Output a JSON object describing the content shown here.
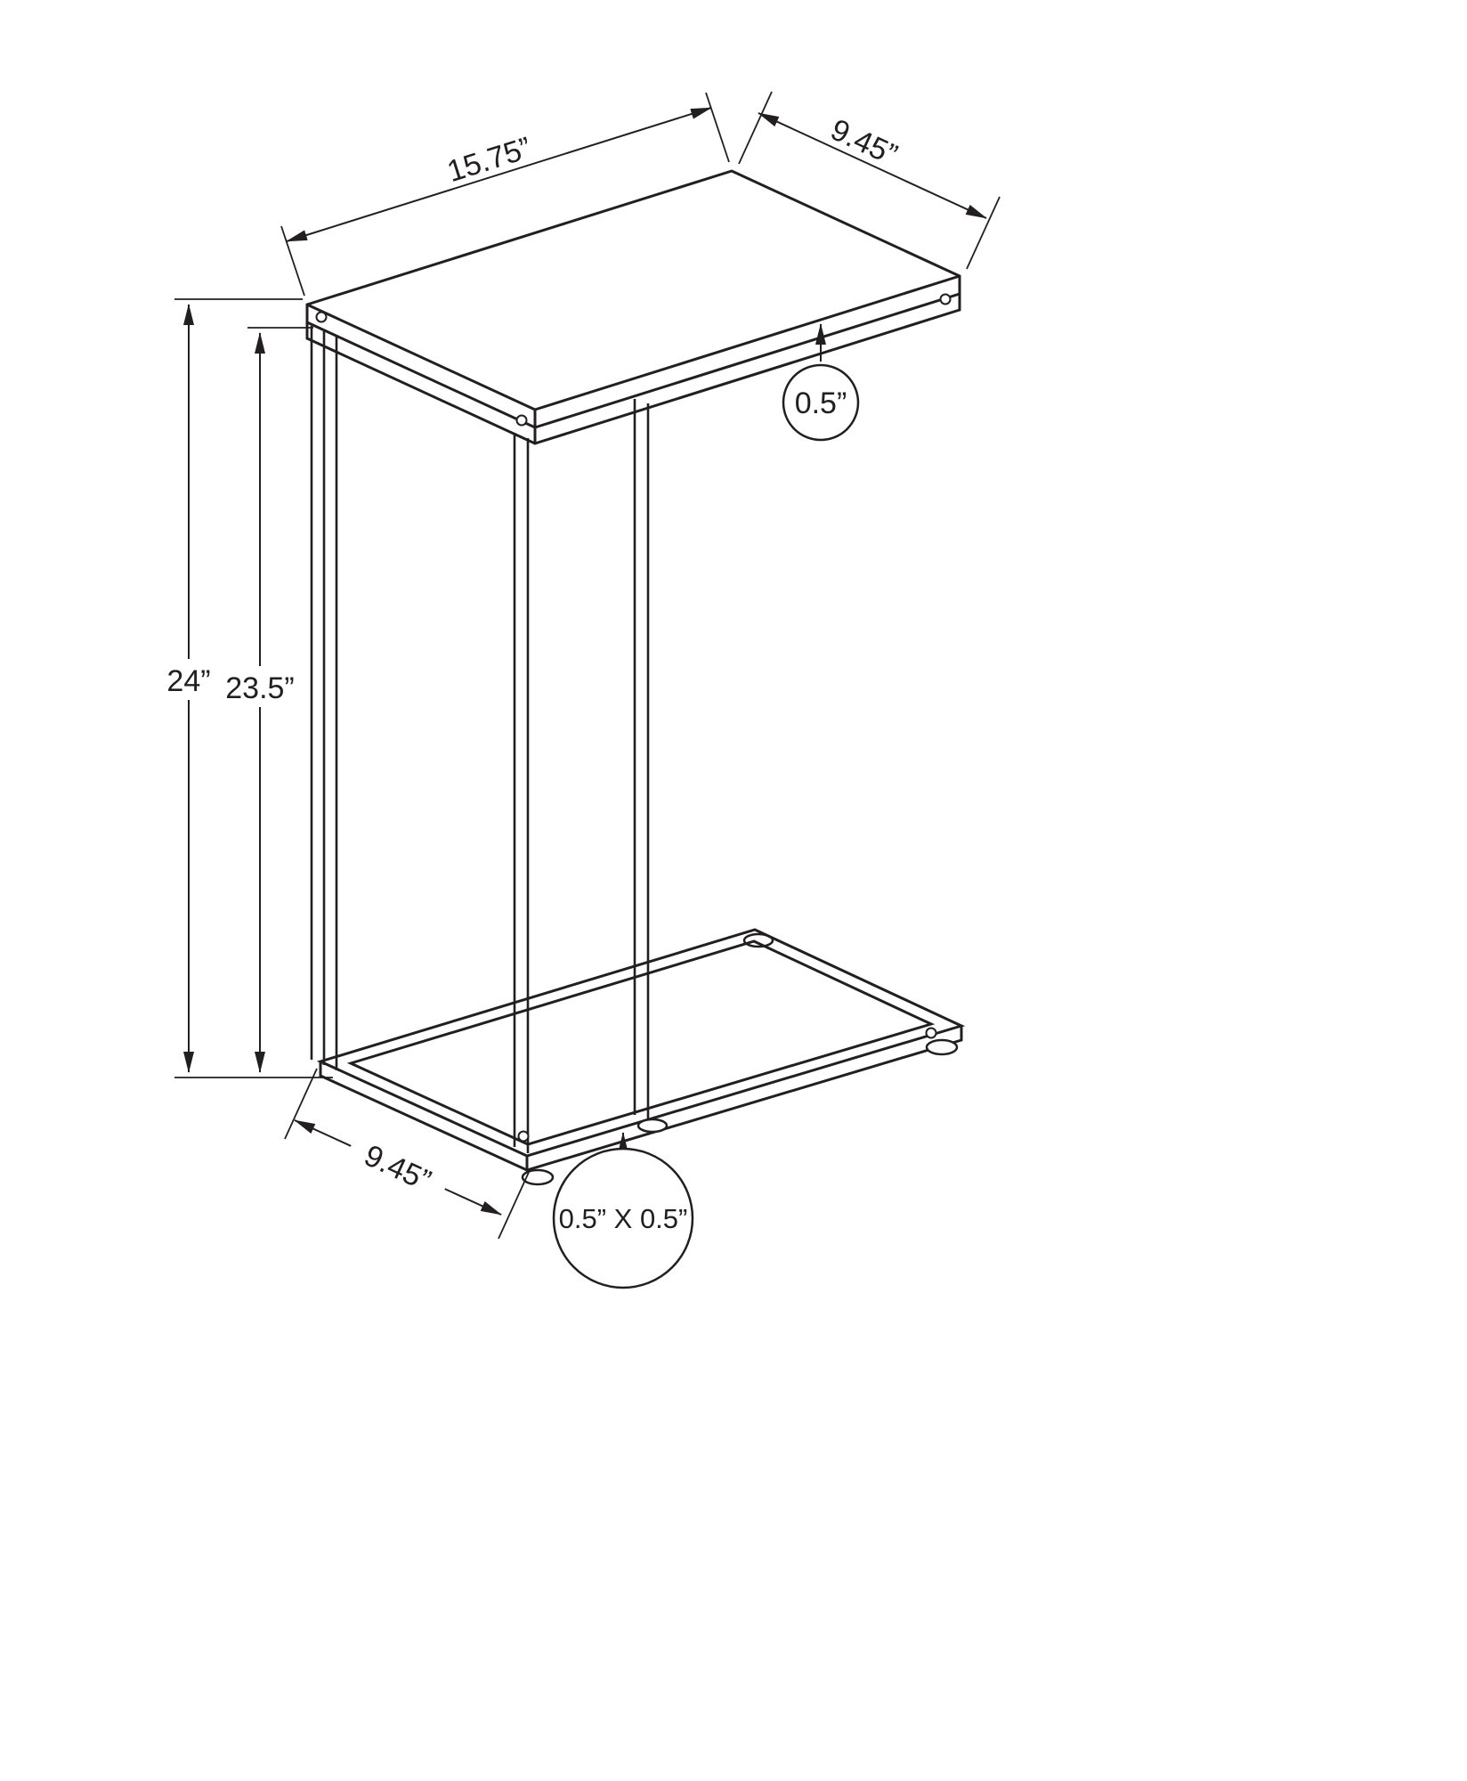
{
  "canvas": {
    "background": "#ffffff",
    "line_color": "#231f20"
  },
  "labels": {
    "top_length": "15.75”",
    "top_depth": "9.45”",
    "top_thickness": "0.5”",
    "overall_height": "24”",
    "inner_height": "23.5”",
    "base_depth": "9.45”",
    "frame_tube": "0.5” X 0.5”"
  }
}
